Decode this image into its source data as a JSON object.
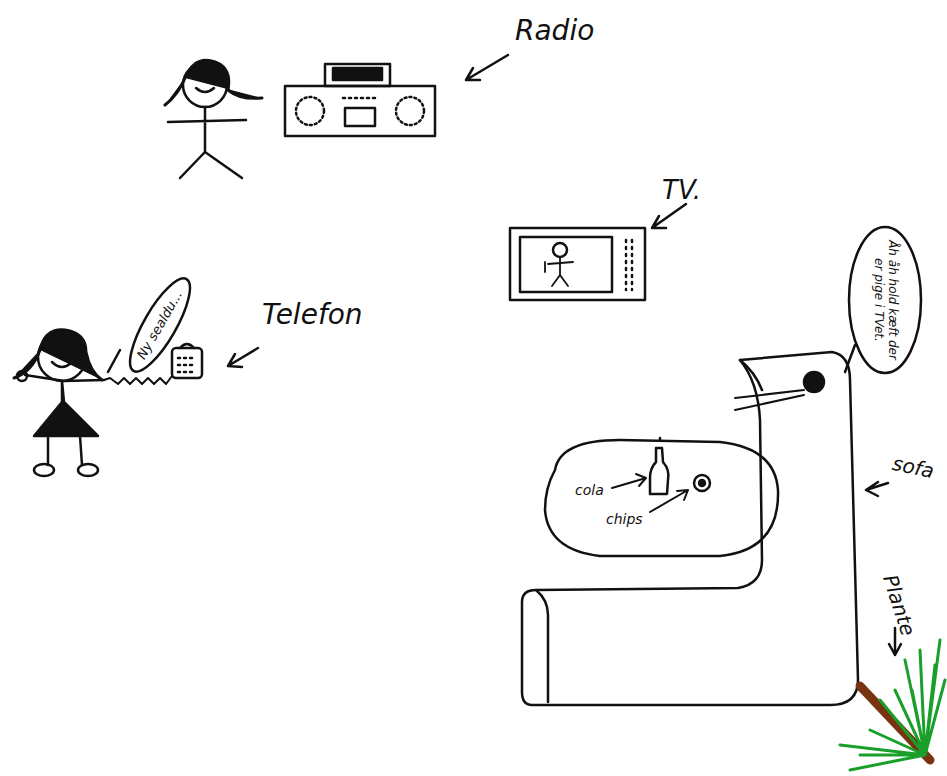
{
  "diagram": {
    "nodes": [
      {
        "text": [
          "Ny sealdu..."
        ]
      },
      {
        "text": [
          "Åh åh hold kæft der er pige i TVet."
        ]
      }
    ],
    "labels": [
      "Radio",
      "TV.",
      "Telefon",
      "cola",
      "chips",
      "sofa",
      "Plante"
    ]
  }
}
